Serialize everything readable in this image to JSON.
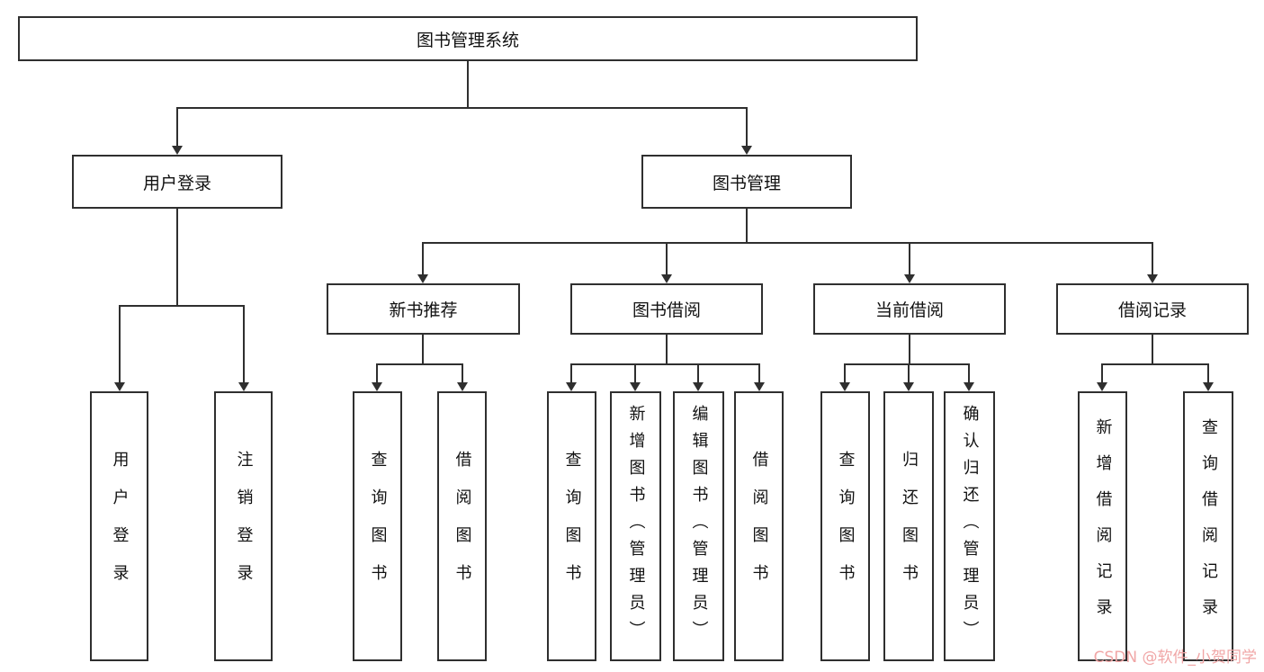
{
  "tree": {
    "root": {
      "label": "图书管理系统",
      "children": [
        {
          "label": "用户登录",
          "children": [
            {
              "label": "用户登录"
            },
            {
              "label": "注销登录"
            }
          ]
        },
        {
          "label": "图书管理",
          "children": [
            {
              "label": "新书推荐",
              "children": [
                {
                  "label": "查询图书"
                },
                {
                  "label": "借阅图书"
                }
              ]
            },
            {
              "label": "图书借阅",
              "children": [
                {
                  "label": "查询图书"
                },
                {
                  "label": "新增图书（管理员）"
                },
                {
                  "label": "编辑图书（管理员）"
                },
                {
                  "label": "借阅图书"
                }
              ]
            },
            {
              "label": "当前借阅",
              "children": [
                {
                  "label": "查询图书"
                },
                {
                  "label": "归还图书"
                },
                {
                  "label": "确认归还（管理员）"
                }
              ]
            },
            {
              "label": "借阅记录",
              "children": [
                {
                  "label": "新增借阅记录"
                },
                {
                  "label": "查询借阅记录"
                }
              ]
            }
          ]
        }
      ]
    }
  },
  "watermark": {
    "text": "CSDN @软件_小贺同学"
  }
}
